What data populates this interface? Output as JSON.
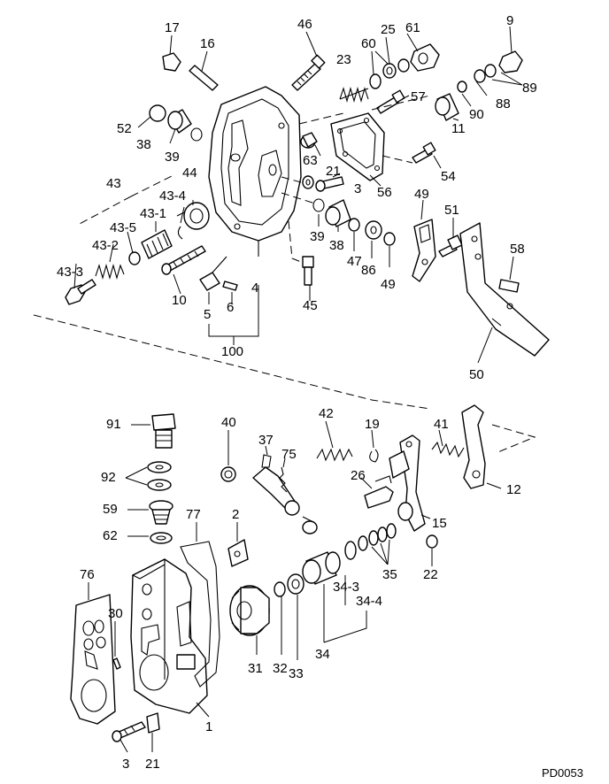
{
  "drawing_code": "PD0053",
  "labels": {
    "p1": "1",
    "p2": "2",
    "p3a": "3",
    "p3b": "3",
    "p4": "4",
    "p5": "5",
    "p6": "6",
    "p9": "9",
    "p10": "10",
    "p11": "11",
    "p12": "12",
    "p15": "15",
    "p16": "16",
    "p17": "17",
    "p19": "19",
    "p21a": "21",
    "p21b": "21",
    "p22": "22",
    "p23": "23",
    "p25": "25",
    "p26": "26",
    "p30": "30",
    "p31": "31",
    "p32": "32",
    "p33": "33",
    "p34": "34",
    "p34_3": "34-3",
    "p34_4": "34-4",
    "p35": "35",
    "p37": "37",
    "p38a": "38",
    "p38b": "38",
    "p39a": "39",
    "p39b": "39",
    "p40": "40",
    "p41": "41",
    "p42": "42",
    "p43": "43",
    "p43_1": "43-1",
    "p43_2": "43-2",
    "p43_3": "43-3",
    "p43_4": "43-4",
    "p43_5": "43-5",
    "p44": "44",
    "p45": "45",
    "p46": "46",
    "p47": "47",
    "p49a": "49",
    "p49b": "49",
    "p50": "50",
    "p51": "51",
    "p52": "52",
    "p54": "54",
    "p56": "56",
    "p57": "57",
    "p58": "58",
    "p59": "59",
    "p60": "60",
    "p61": "61",
    "p62": "62",
    "p63": "63",
    "p75": "75",
    "p76": "76",
    "p77": "77",
    "p86": "86",
    "p88": "88",
    "p89": "89",
    "p90": "90",
    "p91": "91",
    "p92": "92",
    "p100": "100"
  }
}
